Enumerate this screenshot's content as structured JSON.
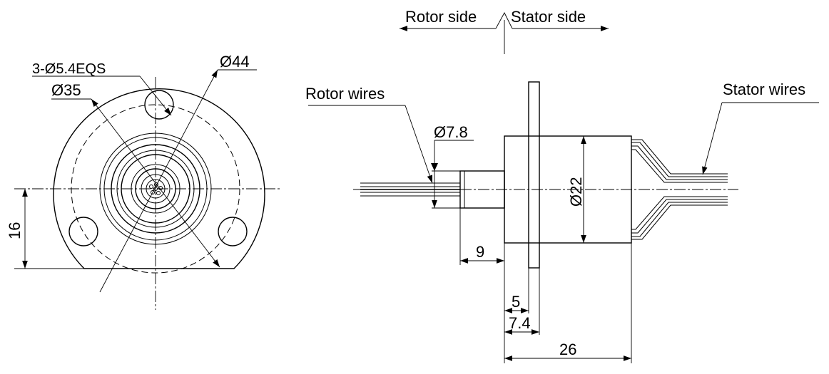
{
  "front_view": {
    "hole_callout": "3-Ø5.4EQS",
    "bolt_circle": "Ø35",
    "outer_diameter": "Ø44",
    "height_dim": "16"
  },
  "side_view": {
    "rotor_side": "Rotor side",
    "stator_side": "Stator side",
    "rotor_wires": "Rotor wires",
    "stator_wires": "Stator wires",
    "shaft_diameter": "Ø7.8",
    "body_diameter": "Ø22",
    "shaft_length": "9",
    "flange_offset": "5",
    "flange_thickness_total": "7.4",
    "body_length": "26"
  }
}
